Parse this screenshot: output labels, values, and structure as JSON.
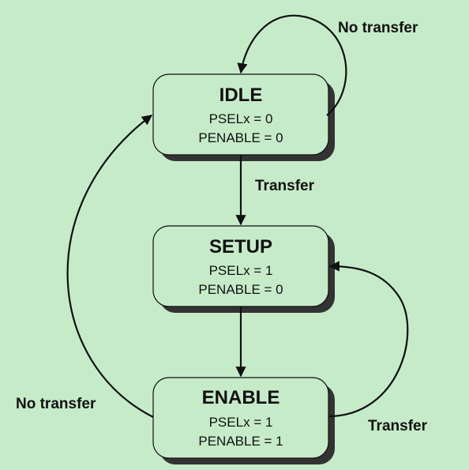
{
  "states": {
    "idle": {
      "title": "IDLE",
      "psel": "PSELx = 0",
      "penable": "PENABLE = 0"
    },
    "setup": {
      "title": "SETUP",
      "psel": "PSELx = 1",
      "penable": "PENABLE = 0"
    },
    "enable": {
      "title": "ENABLE",
      "psel": "PSELx = 1",
      "penable": "PENABLE = 1"
    }
  },
  "transitions": {
    "idle_self": "No transfer",
    "idle_to_setup": "Transfer",
    "enable_to_idle": "No transfer",
    "enable_to_setup": "Transfer"
  },
  "colors": {
    "background": "#c6ebc9",
    "stroke": "#111111",
    "shadow": "#333333"
  }
}
